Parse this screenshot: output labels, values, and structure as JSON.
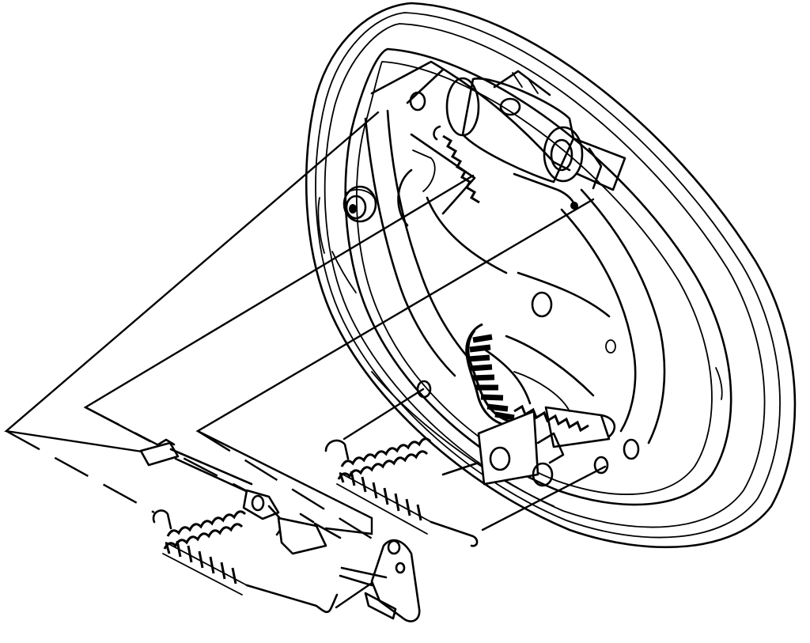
{
  "diagram": {
    "kind": "exploded-view line drawing",
    "colors": {
      "ink": "#000000",
      "paper": "#ffffff"
    },
    "parts": [
      "backing-plate",
      "wheel-cylinder",
      "brake-shoe-primary",
      "brake-shoe-secondary",
      "adjuster-lever",
      "adjuster-screw",
      "upper-return-spring",
      "lower-return-spring",
      "adjuster-spring",
      "shoe-hold-down-spring"
    ]
  }
}
